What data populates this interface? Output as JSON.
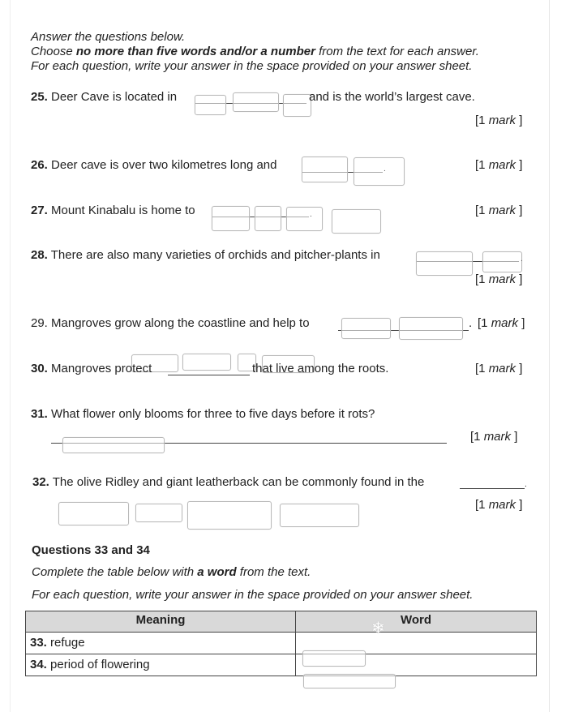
{
  "instructions": {
    "line1": "Answer the questions below.",
    "line2_pre": "Choose ",
    "line2_bold": "no more than five words and/or a number",
    "line2_post": " from the text for each answer.",
    "line3": "For each question, write your answer in the space provided on your answer sheet."
  },
  "mark_label": {
    "open": "[1 ",
    "word": "mark",
    "close": " ]"
  },
  "questions": [
    {
      "num": "25.",
      "text": "Deer Cave is located in",
      "after": "and is the world’s largest cave."
    },
    {
      "num": "26.",
      "text": "Deer cave is over two kilometres long and",
      "after": "."
    },
    {
      "num": "27.",
      "text": "Mount Kinabalu is home to",
      "after": "."
    },
    {
      "num": "28.",
      "text": "There are also many varieties of orchids and pitcher-plants in",
      "after": "."
    },
    {
      "num": "29.",
      "text": "Mangroves grow along the coastline and help to",
      "after": "."
    },
    {
      "num": "30.",
      "text": "Mangroves protect",
      "after": "that live among the roots."
    },
    {
      "num": "31.",
      "text": "What flower only blooms for three to five days before it rots?"
    },
    {
      "num": "32.",
      "text": "The olive Ridley and giant leatherback can be commonly found in the",
      "after": "."
    }
  ],
  "section2": {
    "heading": "Questions 33 and 34",
    "instr_pre": "Complete the table below with ",
    "instr_bold": "a word",
    "instr_post": " from the text.",
    "instr2": "For each question, write your answer in the space provided on your answer sheet.",
    "table": {
      "headers": [
        "Meaning",
        "Word"
      ],
      "rows": [
        {
          "num": "33.",
          "meaning": "refuge"
        },
        {
          "num": "34.",
          "meaning": "period of flowering"
        }
      ]
    }
  },
  "icons": {
    "snowflake": "snowflake-icon"
  }
}
